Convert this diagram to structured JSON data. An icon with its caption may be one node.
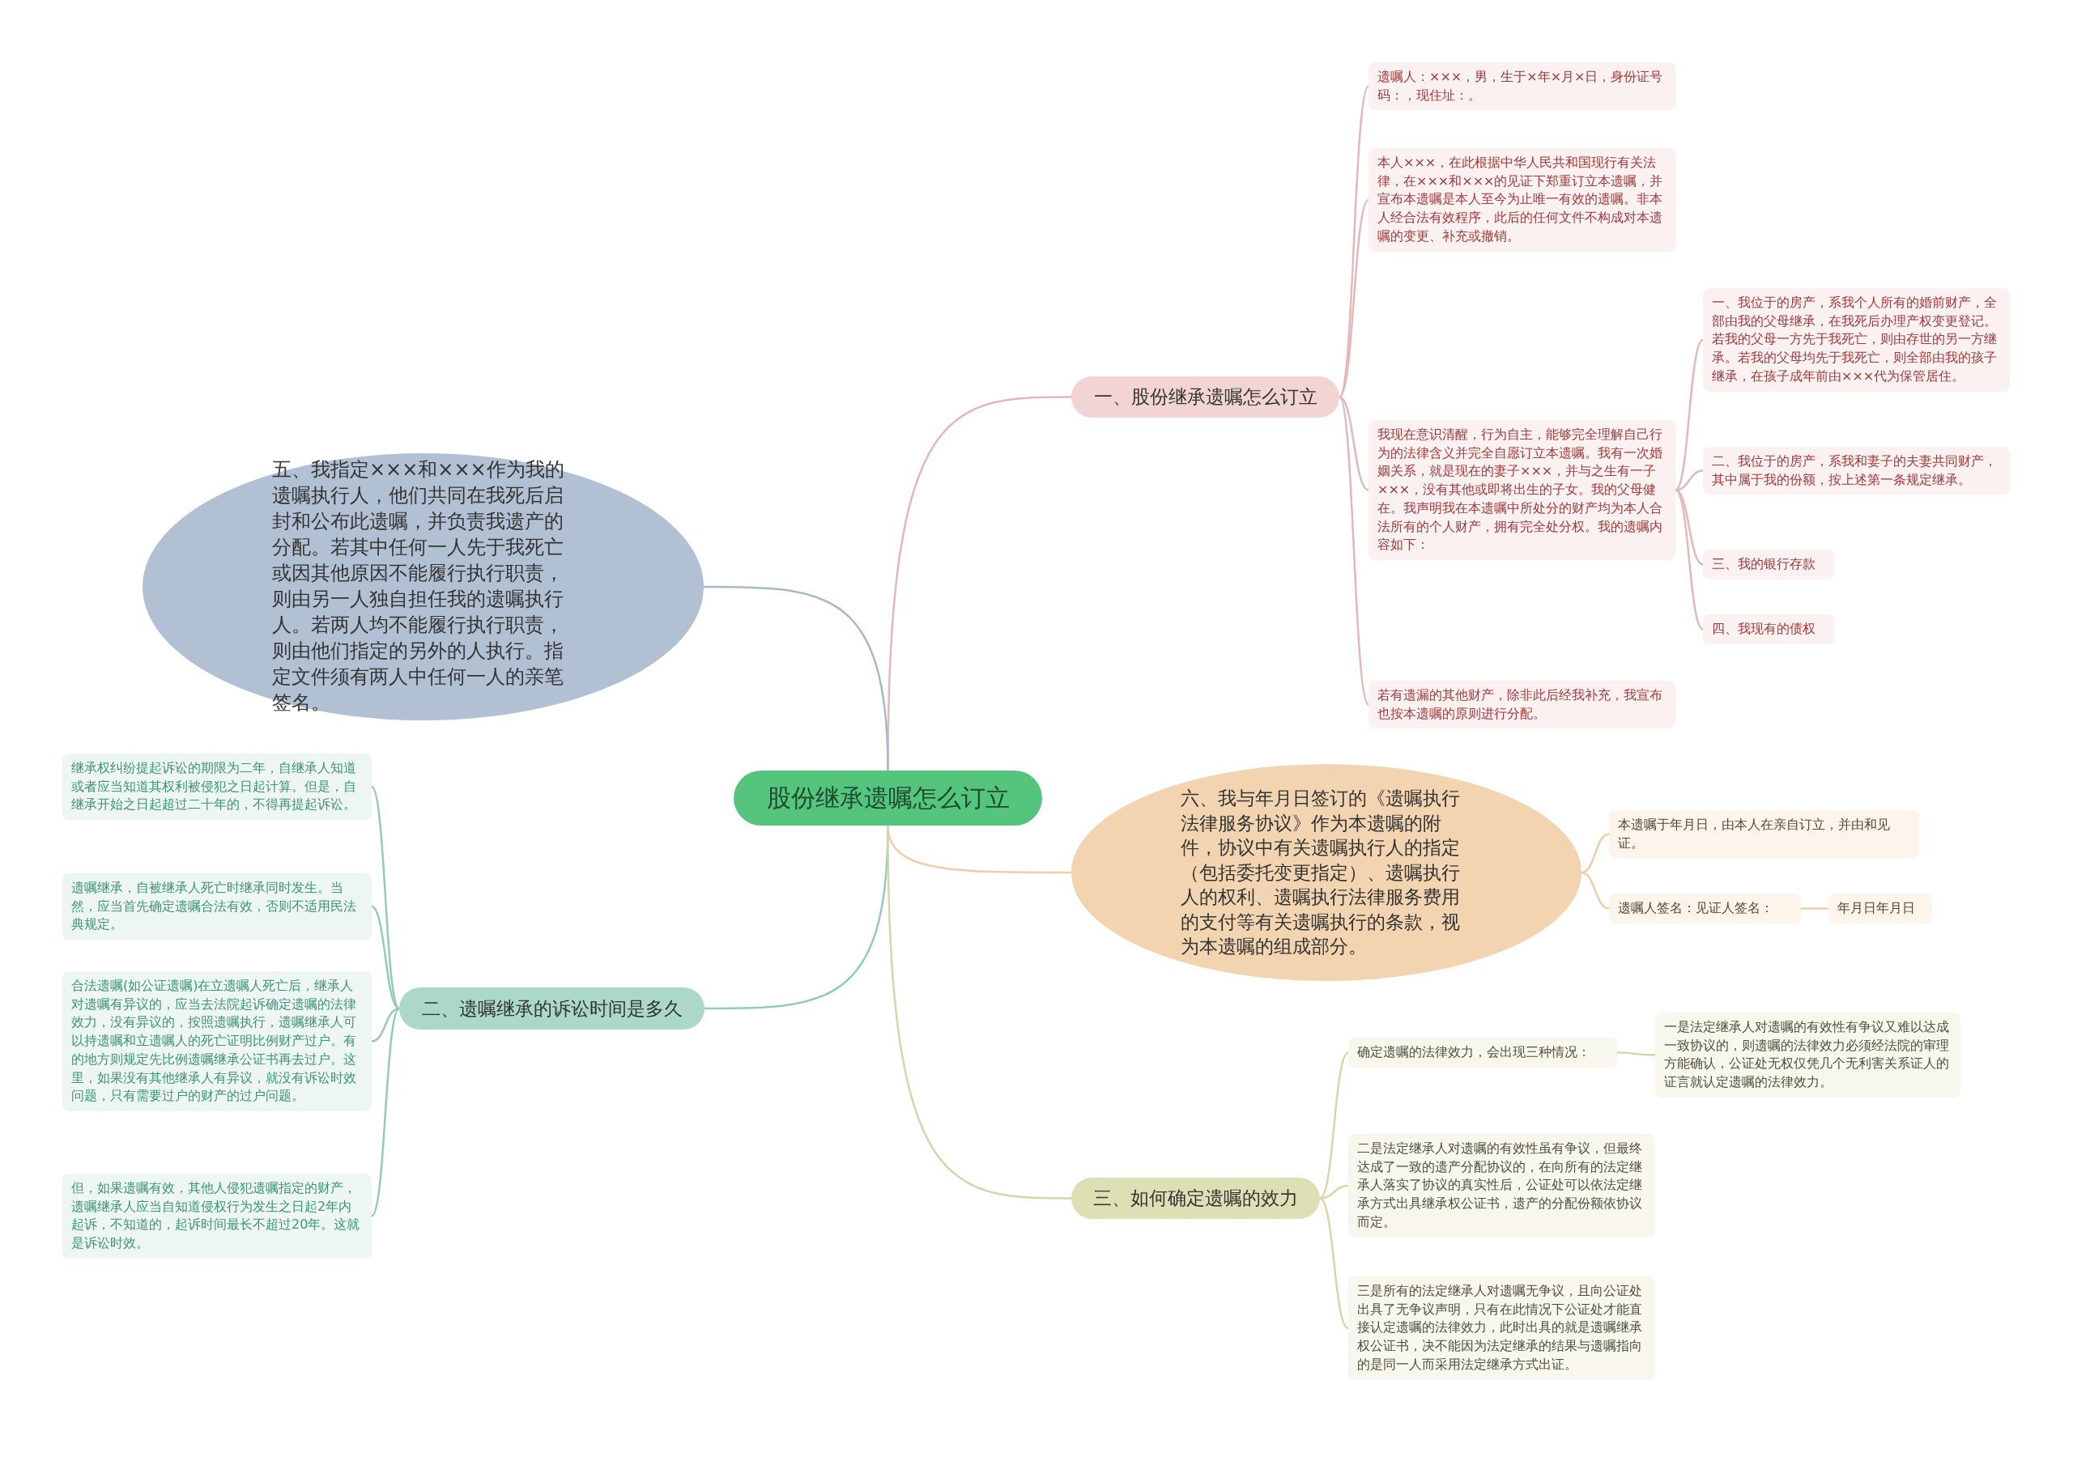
{
  "diagram": {
    "nodes": [
      {
        "text": [
          "股份继承遗嘱怎么订立"
        ]
      },
      {
        "text": [
          "一、股份继承遗嘱怎么订立"
        ]
      },
      {
        "text": [
          "遗嘱人：×××，男，生于×年×月×日，身份证号码：，现住址：。"
        ]
      },
      {
        "text": [
          "本人×××，在此根据中华人民共和国现行有关法律，在×××和×××的见证下郑重订立本遗嘱，并宣布本遗嘱是本人至今为止唯一有效的遗嘱。非本人经合法有效程序，此后的任何文件不构成对本遗嘱的变更、补充或撤销。"
        ]
      },
      {
        "text": [
          "我现在意识清醒，行为自主，能够完全理解自己行为的法律含义并完全自愿订立本遗嘱。我有一次婚姻关系，就是现在的妻子×××，并与之生有一子×××，没有其他或即将出生的子女。我的父母健在。我声明我在本遗嘱中所处分的财产均为本人合法所有的个人财产，拥有完全处分权。我的遗嘱内容如下："
        ]
      },
      {
        "text": [
          "一、我位于的房产，系我个人所有的婚前财产，全部由我的父母继承，在我死后办理产权变更登记。若我的父母一方先于我死亡，则由存世的另一方继承。若我的父母均先于我死亡，则全部由我的孩子继承，在孩子成年前由×××代为保管居住。"
        ]
      },
      {
        "text": [
          "二、我位于的房产，系我和妻子的夫妻共同财产，其中属于我的份额，按上述第一条规定继承。"
        ]
      },
      {
        "text": [
          "三、我的银行存款"
        ]
      },
      {
        "text": [
          "四、我现有的债权"
        ]
      },
      {
        "text": [
          "若有遗漏的其他财产，除非此后经我补充，我宣布也按本遗嘱的原则进行分配。"
        ]
      },
      {
        "text": [
          "五、我指定×××和×××作为我的遗嘱执行人，他们共同在我死后启封和公布此遗嘱，并负责我遗产的分配。若其中任何一人先于我死亡或因其他原因不能履行执行职责，则由另一人独自担任我的遗嘱执行人。若两人均不能履行执行职责，则由他们指定的另外的人执行。指定文件须有两人中任何一人的亲笔签名。"
        ]
      },
      {
        "text": [
          "二、遗嘱继承的诉讼时间是多久"
        ]
      },
      {
        "text": [
          "继承权纠纷提起诉讼的期限为二年，自继承人知道或者应当知道其权利被侵犯之日起计算。但是，自继承开始之日起超过二十年的，不得再提起诉讼。"
        ]
      },
      {
        "text": [
          "遗嘱继承，自被继承人死亡时继承同时发生。当然，应当首先确定遗嘱合法有效，否则不适用民法典规定。"
        ]
      },
      {
        "text": [
          "合法遗嘱(如公证遗嘱)在立遗嘱人死亡后，继承人对遗嘱有异议的，应当去法院起诉确定遗嘱的法律效力，没有异议的，按照遗嘱执行，遗嘱继承人可以持遗嘱和立遗嘱人的死亡证明比例财产过户。有的地方则规定先比例遗嘱继承公证书再去过户。这里，如果没有其他继承人有异议，就没有诉讼时效问题，只有需要过户的财产的过户问题。"
        ]
      },
      {
        "text": [
          "但，如果遗嘱有效，其他人侵犯遗嘱指定的财产，遗嘱继承人应当自知道侵权行为发生之日起2年内起诉，不知道的，起诉时间最长不超过20年。这就是诉讼时效。"
        ]
      },
      {
        "text": [
          "六、我与年月日签订的《遗嘱执行法律服务协议》作为本遗嘱的附件，协议中有关遗嘱执行人的指定（包括委托变更指定）、遗嘱执行人的权利、遗嘱执行法律服务费用的支付等有关遗嘱执行的条款，视为本遗嘱的组成部分。"
        ]
      },
      {
        "text": [
          "本遗嘱于年月日，由本人在亲自订立，并由和见证。"
        ]
      },
      {
        "text": [
          "遗嘱人签名：见证人签名："
        ]
      },
      {
        "text": [
          "年月日年月日"
        ]
      },
      {
        "text": [
          "三、如何确定遗嘱的效力"
        ]
      },
      {
        "text": [
          "确定遗嘱的法律效力，会出现三种情况："
        ]
      },
      {
        "text": [
          "一是法定继承人对遗嘱的有效性有争议又难以达成一致协议的，则遗嘱的法律效力必须经法院的审理方能确认，公证处无权仅凭几个无利害关系证人的证言就认定遗嘱的法律效力。"
        ]
      },
      {
        "text": [
          "二是法定继承人对遗嘱的有效性虽有争议，但最终达成了一致的遗产分配协议的，在向所有的法定继承人落实了协议的真实性后，公证处可以依法定继承方式出具继承权公证书，遗产的分配份额依协议而定。"
        ]
      },
      {
        "text": [
          "三是所有的法定继承人对遗嘱无争议，且向公证处出具了无争议声明，只有在此情况下公证处才能直接认定遗嘱的法律效力，此时出具的就是遗嘱继承权公证书，决不能因为法定继承的结果与遗嘱指向的是同一人而采用法定继承方式出证。"
        ]
      }
    ],
    "edges": [
      {
        "from": 0,
        "to": 1,
        "arrow": "none"
      },
      {
        "from": 1,
        "to": 2,
        "arrow": "none"
      },
      {
        "from": 1,
        "to": 3,
        "arrow": "none"
      },
      {
        "from": 1,
        "to": 4,
        "arrow": "none"
      },
      {
        "from": 4,
        "to": 5,
        "arrow": "none"
      },
      {
        "from": 4,
        "to": 6,
        "arrow": "none"
      },
      {
        "from": 4,
        "to": 7,
        "arrow": "none"
      },
      {
        "from": 4,
        "to": 8,
        "arrow": "none"
      },
      {
        "from": 1,
        "to": 9,
        "arrow": "none"
      },
      {
        "from": 0,
        "to": 10,
        "arrow": "none",
        "color": "#a9b8cb"
      },
      {
        "from": 0,
        "to": 11,
        "arrow": "none",
        "color": "#93cbb9"
      },
      {
        "from": 11,
        "to": 12,
        "arrow": "none",
        "color": "#93cbb9"
      },
      {
        "from": 11,
        "to": 13,
        "arrow": "none",
        "color": "#93cbb9"
      },
      {
        "from": 11,
        "to": 14,
        "arrow": "none",
        "color": "#93cbb9"
      },
      {
        "from": 11,
        "to": 15,
        "arrow": "none",
        "color": "#93cbb9"
      },
      {
        "from": 0,
        "to": 16,
        "arrow": "none",
        "color": "#f0cda6"
      },
      {
        "from": 16,
        "to": 17,
        "arrow": "none",
        "color": "#f0cda6"
      },
      {
        "from": 16,
        "to": 18,
        "arrow": "none",
        "color": "#f0cda6"
      },
      {
        "from": 18,
        "to": 19,
        "arrow": "none",
        "color": "#f0cda6"
      },
      {
        "from": 0,
        "to": 20,
        "arrow": "none",
        "color": "#d6d6ab"
      },
      {
        "from": 20,
        "to": 21,
        "arrow": "none",
        "color": "#d6d6ab"
      },
      {
        "from": 21,
        "to": 22,
        "arrow": "none",
        "color": "#d6d6ab"
      },
      {
        "from": 20,
        "to": 23,
        "arrow": "none",
        "color": "#d6d6ab"
      },
      {
        "from": 20,
        "to": 24,
        "arrow": "none",
        "color": "#d6d6ab"
      }
    ]
  }
}
